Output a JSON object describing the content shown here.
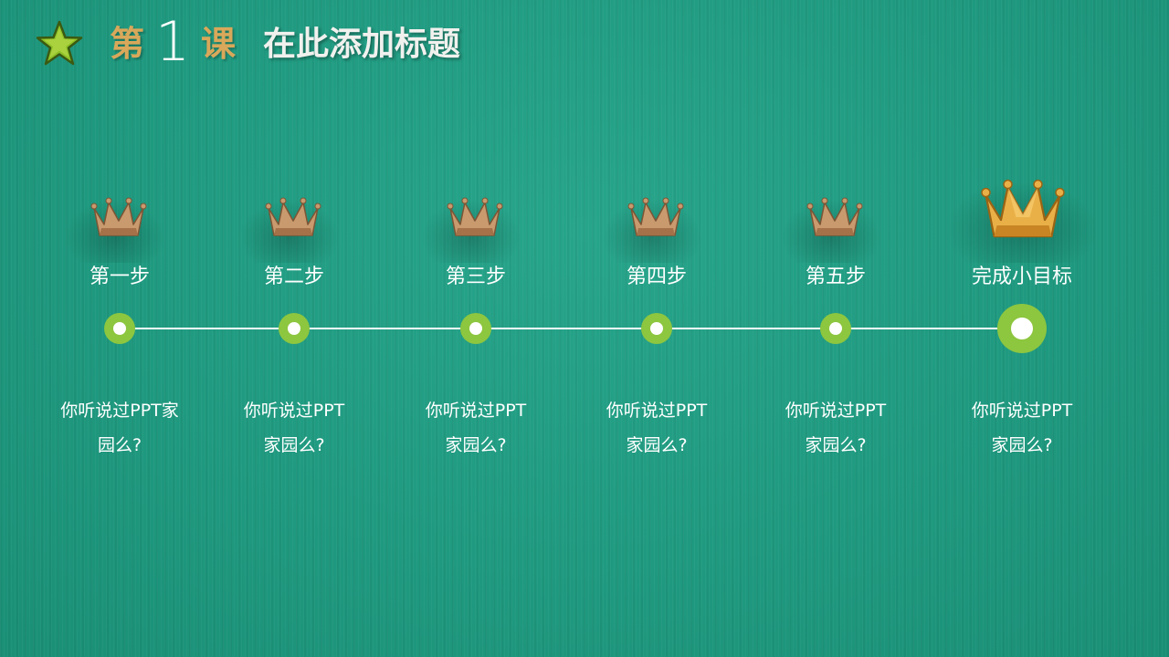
{
  "header": {
    "lesson_prefix": "第",
    "lesson_number": "1",
    "lesson_suffix": "课",
    "title": "在此添加标题",
    "icon": "star-icon"
  },
  "colors": {
    "background": "#1f9a80",
    "accent_green": "#8dc63f",
    "lesson_gold": "#d9a85a",
    "crown_bronze": "#b98a62",
    "crown_gold": "#e3a33a"
  },
  "timeline": {
    "steps": [
      {
        "title": "第一步",
        "desc_line1": "你听说过PPT家",
        "desc_line2": "园么?",
        "icon": "crown-icon"
      },
      {
        "title": "第二步",
        "desc_line1": "你听说过PPT",
        "desc_line2": "家园么?",
        "icon": "crown-icon"
      },
      {
        "title": "第三步",
        "desc_line1": "你听说过PPT",
        "desc_line2": "家园么?",
        "icon": "crown-icon"
      },
      {
        "title": "第四步",
        "desc_line1": "你听说过PPT",
        "desc_line2": "家园么?",
        "icon": "crown-icon"
      },
      {
        "title": "第五步",
        "desc_line1": "你听说过PPT",
        "desc_line2": "家园么?",
        "icon": "crown-icon"
      },
      {
        "title": "完成小目标",
        "desc_line1": "你听说过PPT",
        "desc_line2": "家园么?",
        "icon": "gold-crown-icon"
      }
    ]
  }
}
